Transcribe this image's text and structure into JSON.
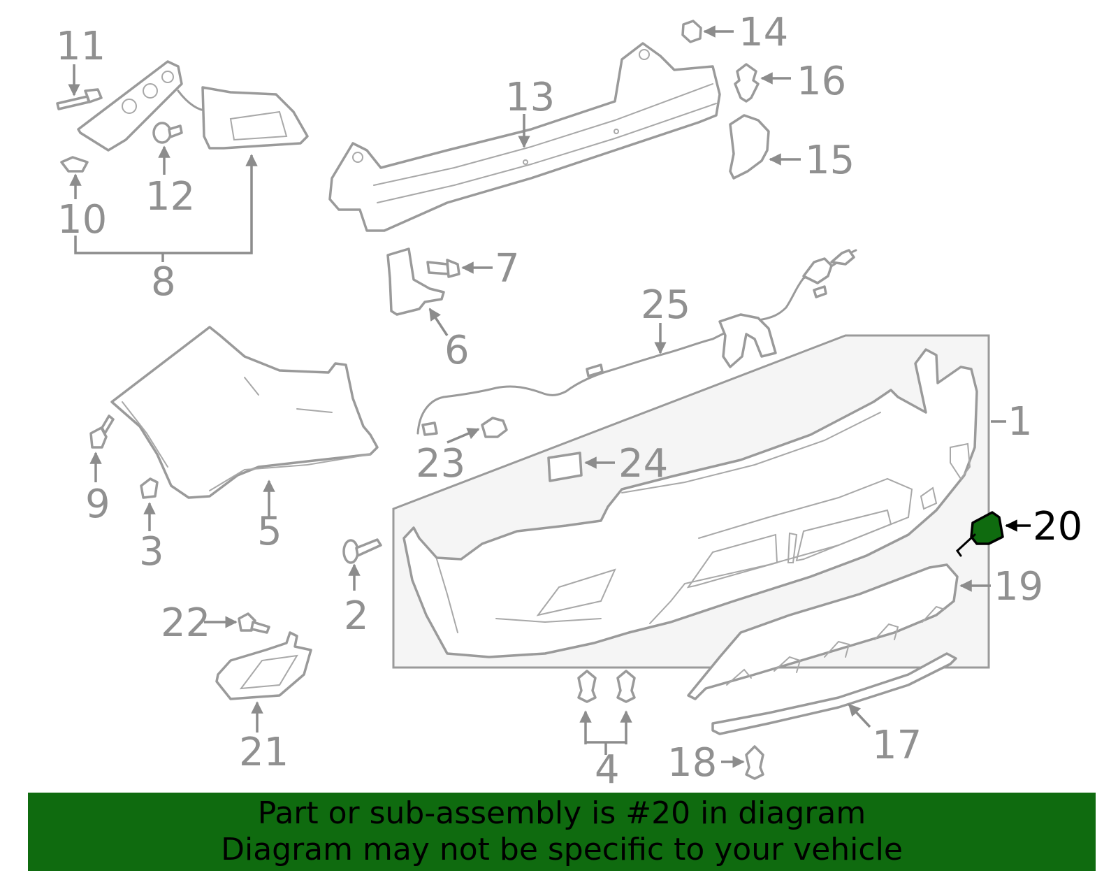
{
  "highlighted_part": "20",
  "colors": {
    "highlight": "#0f6b0f",
    "parts": "#9a9a9a",
    "labels": "#909090"
  },
  "labels": {
    "p1": "1",
    "p2": "2",
    "p3": "3",
    "p4": "4",
    "p5": "5",
    "p6": "6",
    "p7": "7",
    "p8": "8",
    "p9": "9",
    "p10": "10",
    "p11": "11",
    "p12": "12",
    "p13": "13",
    "p14": "14",
    "p15": "15",
    "p16": "16",
    "p17": "17",
    "p18": "18",
    "p19": "19",
    "p20": "20",
    "p21": "21",
    "p22": "22",
    "p23": "23",
    "p24": "24",
    "p25": "25"
  },
  "banner": {
    "line1": "Part or sub-assembly is #20 in diagram",
    "line2": "Diagram may not be specific to your vehicle"
  }
}
